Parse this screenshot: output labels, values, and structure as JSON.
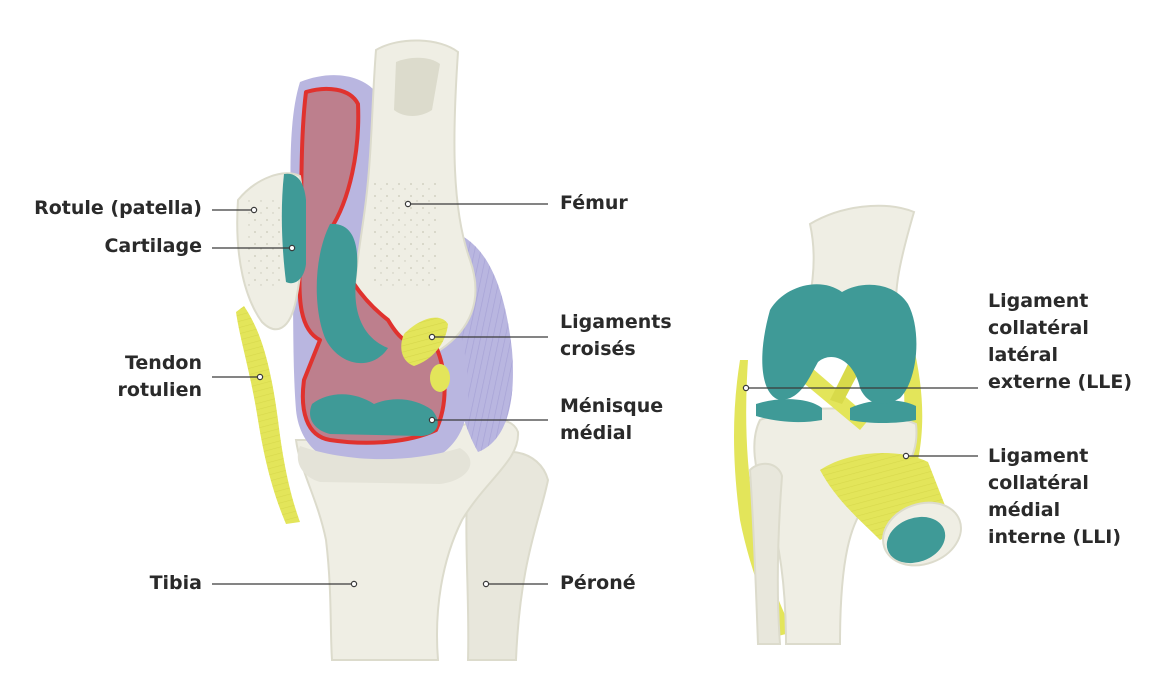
{
  "left_labels": {
    "rotule": "Rotule (patella)",
    "cartilage": "Cartilage",
    "tendon": "Tendon\nrotulien",
    "tibia": "Tibia"
  },
  "right_labels": {
    "femur": "Fémur",
    "ligaments": "Ligaments\ncroisés",
    "menisque": "Ménisque\nmédial",
    "perone": "Péroné"
  },
  "far_right_labels": {
    "lle": "Ligament\ncollatéral\nlatéral\nexterne (LLE)",
    "lli": "Ligament\ncollatéral\nmédial\ninterne (LLI)"
  },
  "colors": {
    "bone": "#efeee4",
    "bone_shadow": "#dcdbcc",
    "cartilage": "#3f9a97",
    "capsule": "#b9b6e0",
    "synovial": "#bd7f8d",
    "synovial_line": "#e0322e",
    "ligament": "#e3e55a",
    "leader": "#3a3a3a"
  }
}
